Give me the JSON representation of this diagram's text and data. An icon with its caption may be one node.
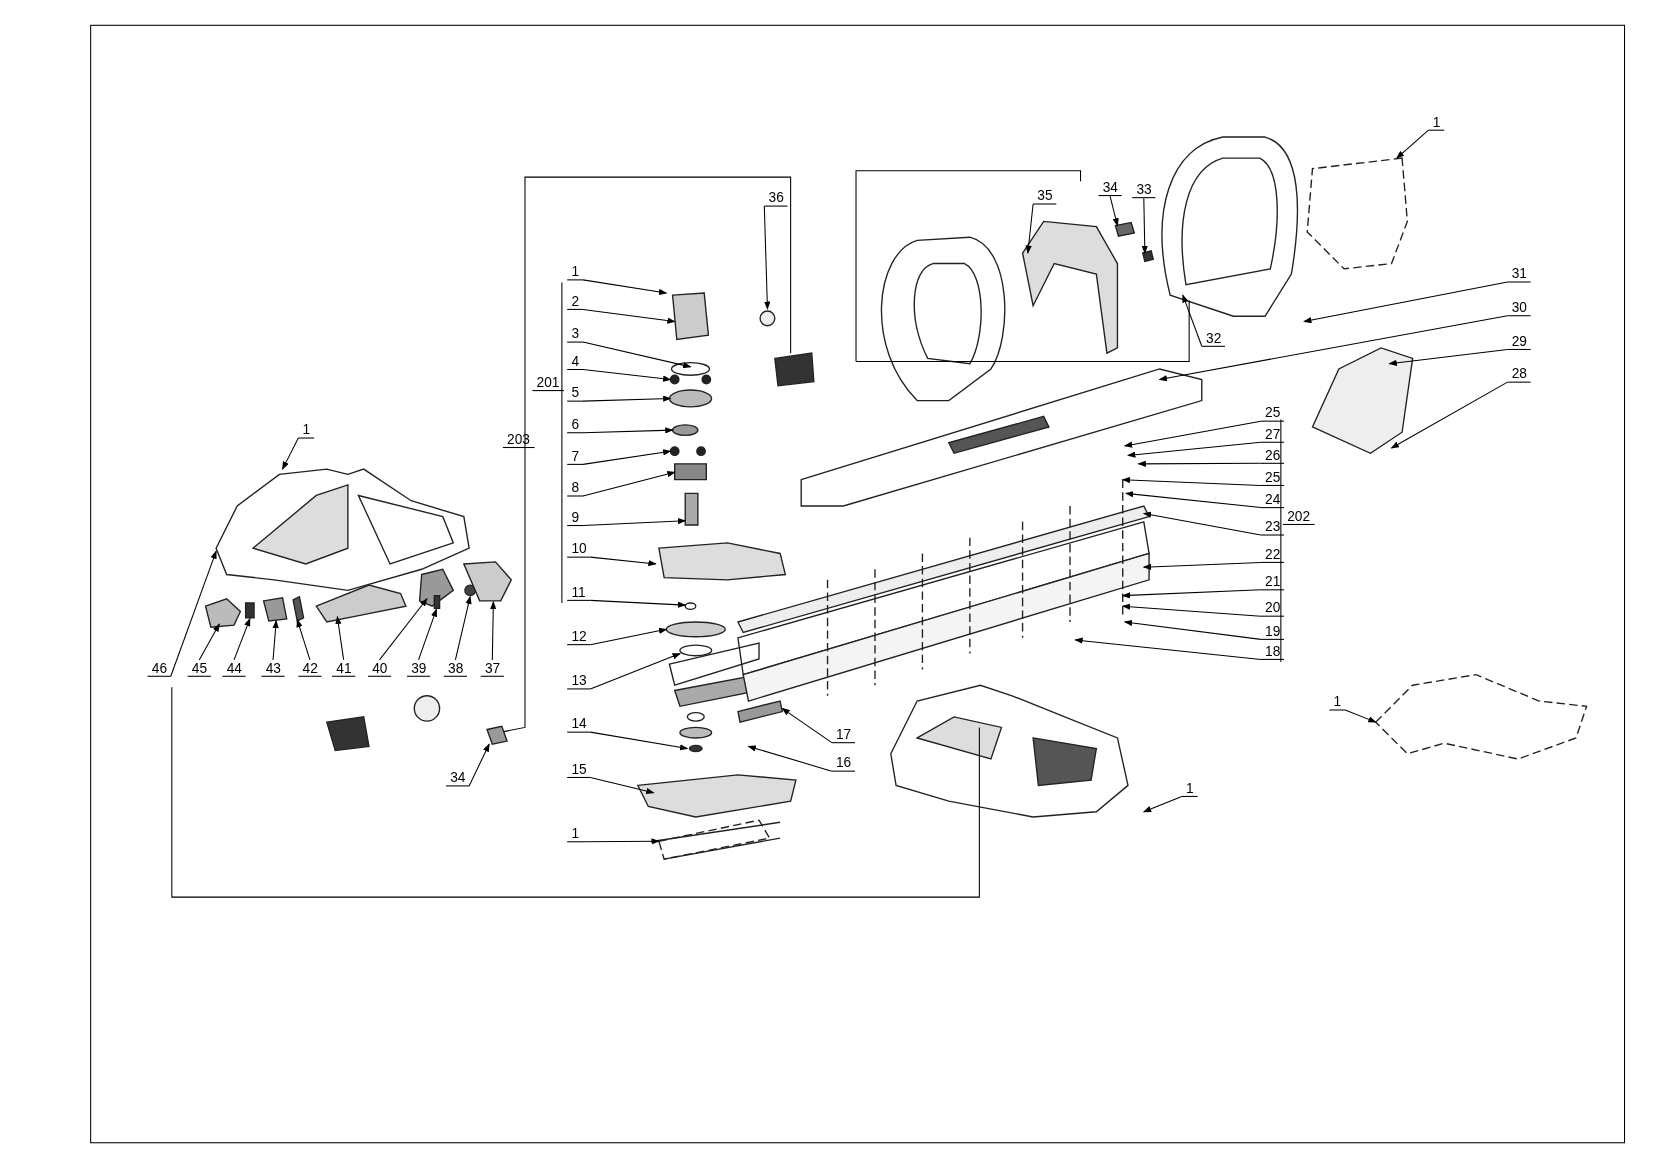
{
  "diagram": {
    "nodes": [
      {
        "text": [
          "1"
        ]
      },
      {
        "text": [
          "36"
        ]
      },
      {
        "text": [
          "35"
        ]
      },
      {
        "text": [
          "34"
        ]
      },
      {
        "text": [
          "33"
        ]
      },
      {
        "text": [
          "1"
        ]
      },
      {
        "text": [
          "2"
        ]
      },
      {
        "text": [
          "32"
        ]
      },
      {
        "text": [
          "31"
        ]
      },
      {
        "text": [
          "30"
        ]
      },
      {
        "text": [
          "3"
        ]
      },
      {
        "text": [
          "29"
        ]
      },
      {
        "text": [
          "4"
        ]
      },
      {
        "text": [
          "28"
        ]
      },
      {
        "text": [
          "5"
        ]
      },
      {
        "text": [
          "25"
        ]
      },
      {
        "text": [
          "6"
        ]
      },
      {
        "text": [
          "1"
        ]
      },
      {
        "text": [
          "27"
        ]
      },
      {
        "text": [
          "26"
        ]
      },
      {
        "text": [
          "7"
        ]
      },
      {
        "text": [
          "25"
        ]
      },
      {
        "text": [
          "8"
        ]
      },
      {
        "text": [
          "24"
        ]
      },
      {
        "text": [
          "9"
        ]
      },
      {
        "text": [
          "23"
        ]
      },
      {
        "text": [
          "10"
        ]
      },
      {
        "text": [
          "22"
        ]
      },
      {
        "text": [
          "21"
        ]
      },
      {
        "text": [
          "11"
        ]
      },
      {
        "text": [
          "20"
        ]
      },
      {
        "text": [
          "19"
        ]
      },
      {
        "text": [
          "12"
        ]
      },
      {
        "text": [
          "18"
        ]
      },
      {
        "text": [
          "46"
        ]
      },
      {
        "text": [
          "45"
        ]
      },
      {
        "text": [
          "44"
        ]
      },
      {
        "text": [
          "43"
        ]
      },
      {
        "text": [
          "42"
        ]
      },
      {
        "text": [
          "41"
        ]
      },
      {
        "text": [
          "40"
        ]
      },
      {
        "text": [
          "39"
        ]
      },
      {
        "text": [
          "38"
        ]
      },
      {
        "text": [
          "37"
        ]
      },
      {
        "text": [
          "13"
        ]
      },
      {
        "text": [
          "1"
        ]
      },
      {
        "text": [
          "14"
        ]
      },
      {
        "text": [
          "17"
        ]
      },
      {
        "text": [
          "16"
        ]
      },
      {
        "text": [
          "15"
        ]
      },
      {
        "text": [
          "34"
        ]
      },
      {
        "text": [
          "1"
        ]
      },
      {
        "text": [
          "1"
        ]
      }
    ],
    "edges": [
      {
        "from": 0,
        "to": null,
        "arrow": "to"
      },
      {
        "from": 1,
        "to": null,
        "arrow": "to"
      },
      {
        "from": 2,
        "to": null,
        "arrow": "to"
      },
      {
        "from": 3,
        "to": null,
        "arrow": "to"
      },
      {
        "from": 4,
        "to": null,
        "arrow": "to"
      },
      {
        "from": 5,
        "to": null,
        "arrow": "to"
      },
      {
        "from": 6,
        "to": null,
        "arrow": "to"
      },
      {
        "from": 7,
        "to": null,
        "arrow": "to"
      },
      {
        "from": 8,
        "to": null,
        "arrow": "to"
      },
      {
        "from": 9,
        "to": null,
        "arrow": "to"
      },
      {
        "from": 10,
        "to": null,
        "arrow": "to"
      },
      {
        "from": 11,
        "to": null,
        "arrow": "to"
      },
      {
        "from": 12,
        "to": null,
        "arrow": "to"
      },
      {
        "from": 13,
        "to": null,
        "arrow": "to"
      },
      {
        "from": 14,
        "to": null,
        "arrow": "to"
      },
      {
        "from": 15,
        "to": null,
        "arrow": "to"
      },
      {
        "from": 16,
        "to": null,
        "arrow": "to"
      },
      {
        "from": 17,
        "to": null,
        "arrow": "to"
      },
      {
        "from": 18,
        "to": null,
        "arrow": "to"
      },
      {
        "from": 19,
        "to": null,
        "arrow": "to"
      },
      {
        "from": 20,
        "to": null,
        "arrow": "to"
      },
      {
        "from": 21,
        "to": null,
        "arrow": "to"
      },
      {
        "from": 22,
        "to": null,
        "arrow": "to"
      },
      {
        "from": 23,
        "to": null,
        "arrow": "to"
      },
      {
        "from": 24,
        "to": null,
        "arrow": "to"
      },
      {
        "from": 25,
        "to": null,
        "arrow": "to"
      },
      {
        "from": 26,
        "to": null,
        "arrow": "to"
      },
      {
        "from": 27,
        "to": null,
        "arrow": "to"
      },
      {
        "from": 28,
        "to": null,
        "arrow": "to"
      },
      {
        "from": 29,
        "to": null,
        "arrow": "to"
      },
      {
        "from": 30,
        "to": null,
        "arrow": "to"
      },
      {
        "from": 31,
        "to": null,
        "arrow": "to"
      },
      {
        "from": 32,
        "to": null,
        "arrow": "to"
      },
      {
        "from": 33,
        "to": null,
        "arrow": "to"
      },
      {
        "from": 34,
        "to": null,
        "arrow": "to"
      },
      {
        "from": 35,
        "to": null,
        "arrow": "to"
      },
      {
        "from": 36,
        "to": null,
        "arrow": "to"
      },
      {
        "from": 37,
        "to": null,
        "arrow": "to"
      },
      {
        "from": 38,
        "to": null,
        "arrow": "to"
      },
      {
        "from": 39,
        "to": null,
        "arrow": "to"
      },
      {
        "from": 40,
        "to": null,
        "arrow": "to"
      },
      {
        "from": 41,
        "to": null,
        "arrow": "to"
      },
      {
        "from": 42,
        "to": null,
        "arrow": "to"
      },
      {
        "from": 43,
        "to": null,
        "arrow": "to"
      },
      {
        "from": 44,
        "to": null,
        "arrow": "to"
      },
      {
        "from": 45,
        "to": null,
        "arrow": "to"
      },
      {
        "from": 46,
        "to": null,
        "arrow": "to"
      },
      {
        "from": 47,
        "to": null,
        "arrow": "to"
      },
      {
        "from": 48,
        "to": null,
        "arrow": "to"
      },
      {
        "from": 49,
        "to": null,
        "arrow": "to"
      },
      {
        "from": 50,
        "to": null,
        "arrow": "to"
      },
      {
        "from": 51,
        "to": null,
        "arrow": "to"
      },
      {
        "from": 52,
        "to": null,
        "arrow": "to"
      }
    ],
    "labels": [
      "203",
      "201",
      "202"
    ]
  }
}
